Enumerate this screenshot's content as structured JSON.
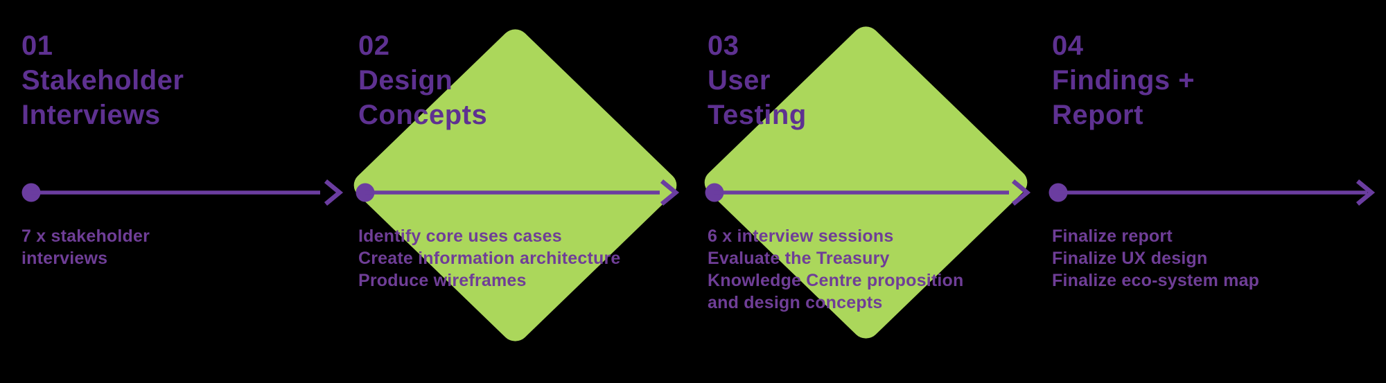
{
  "diagram_title": "UX project process timeline",
  "colors": {
    "background": "#000000",
    "diamond_green": "#abd75b",
    "title_purple": "#5e3191",
    "body_purple": "#6f3e97",
    "arrow_purple": "#6b3da0"
  },
  "phases": [
    {
      "number": "01",
      "title_lines": [
        "Stakeholder",
        "Interviews"
      ],
      "details": [
        "7 x stakeholder",
        "interviews"
      ],
      "has_diamond": false
    },
    {
      "number": "02",
      "title_lines": [
        "Design",
        "Concepts"
      ],
      "details": [
        "Identify core uses cases",
        "Create information architecture",
        "Produce wireframes"
      ],
      "has_diamond": true
    },
    {
      "number": "03",
      "title_lines": [
        "User",
        "Testing"
      ],
      "details": [
        "6 x interview sessions",
        "Evaluate the Treasury",
        "Knowledge Centre proposition",
        "and design concepts"
      ],
      "has_diamond": true
    },
    {
      "number": "04",
      "title_lines": [
        "Findings +",
        "Report"
      ],
      "details": [
        "Finalize report",
        "Finalize UX design",
        "Finalize eco-system map"
      ],
      "has_diamond": false
    }
  ]
}
